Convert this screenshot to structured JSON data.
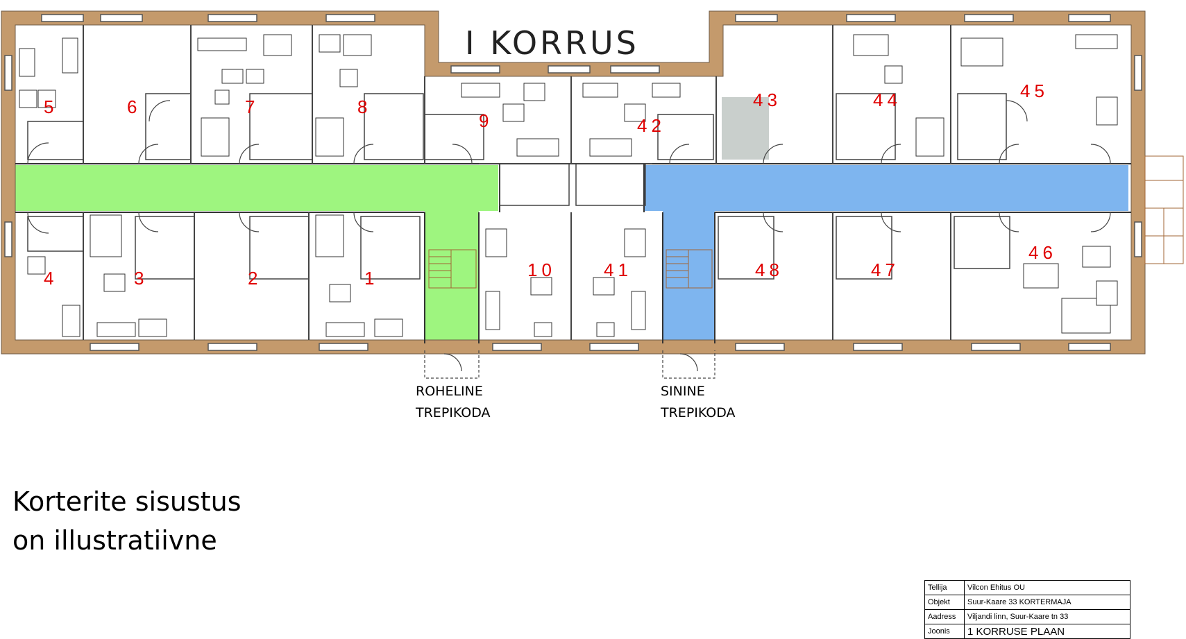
{
  "plan": {
    "title": "I KORRUS",
    "apartments": [
      "1",
      "2",
      "3",
      "4",
      "5",
      "6",
      "7",
      "8",
      "9",
      "10",
      "41",
      "42",
      "43",
      "44",
      "45",
      "46",
      "47",
      "48"
    ],
    "staircases": {
      "green": {
        "line1": "ROHELINE",
        "line2": "TREPIKODA",
        "color": "#9ef57f"
      },
      "blue": {
        "line1": "SININE",
        "line2": "TREPIKODA",
        "color": "#7eb5ef"
      }
    },
    "colors": {
      "wall": "#c49a6c",
      "number": "#e00000",
      "unit43": "#c9cfcc"
    }
  },
  "note": {
    "line1": "Korterite sisustus",
    "line2": "on illustratiivne"
  },
  "title_block": [
    {
      "label": "Tellija",
      "value": "Vilcon Ehitus OU"
    },
    {
      "label": "Objekt",
      "value": "Suur-Kaare 33 KORTERMAJA"
    },
    {
      "label": "Aadress",
      "value": "Viljandi linn, Suur-Kaare tn 33"
    },
    {
      "label": "Joonis",
      "value": "1 KORRUSE PLAAN"
    }
  ]
}
